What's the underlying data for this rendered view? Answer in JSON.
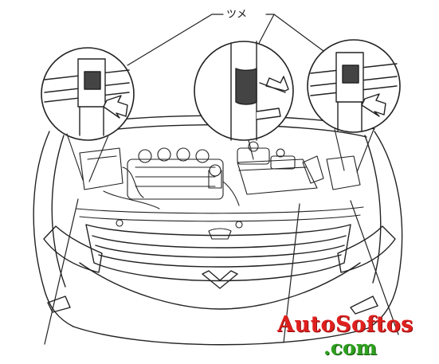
{
  "callout": {
    "label": "ツメ"
  },
  "watermark": {
    "line1": "AutoSoftos",
    "line2": ".com",
    "color_line1": "#e0201e",
    "color_line2": "#2ea11f"
  },
  "details": [
    {
      "id": "left-clip",
      "icon": "clip-detail-left"
    },
    {
      "id": "center-clip",
      "icon": "clip-detail-center"
    },
    {
      "id": "right-clip",
      "icon": "clip-detail-right"
    }
  ]
}
